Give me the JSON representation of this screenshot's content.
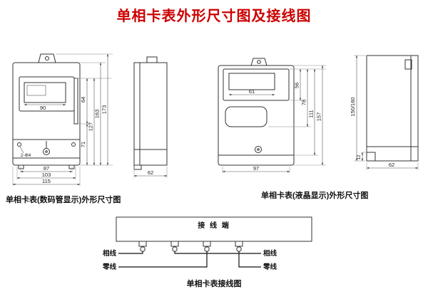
{
  "title": "单相卡表外形尺寸图及接线图",
  "colors": {
    "title": "#cc0000",
    "drawing_line": "#333333"
  },
  "left_meter": {
    "caption": "单相卡表(数码管显示)外形尺寸图",
    "display_width": "90",
    "display_height": "64",
    "lower_height": "71",
    "mid_height": "127",
    "body_height": "163",
    "total_height": "173",
    "hole_span": "87",
    "mount_span": "103",
    "body_width": "115",
    "hole_note": "2-Φ4",
    "depth": "62"
  },
  "right_meter": {
    "caption": "单相卡表(液晶显示)外形尺寸图",
    "lcd_width": "61",
    "display_height": "56",
    "slot_height": "78",
    "lower_height": "111",
    "body_height": "157",
    "body_width": "97",
    "side_height": "150/160",
    "foot": "12",
    "depth": "62"
  },
  "wiring": {
    "caption": "单相卡表接线图",
    "terminal_block": "接 线 端",
    "phase_left": "相线",
    "neutral_left": "零线",
    "phase_right": "相线",
    "neutral_right": "零线"
  }
}
